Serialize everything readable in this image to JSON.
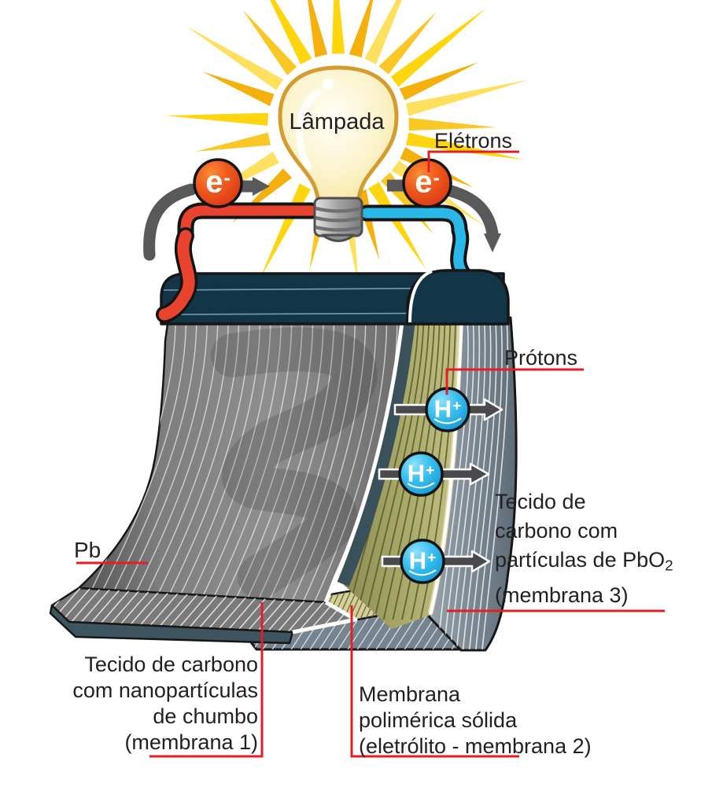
{
  "diagram": {
    "lamp_label": "Lâmpada",
    "electrons_label": "Elétrons",
    "protons_label": "Prótons",
    "pb_label": "Pb",
    "electron_symbol": {
      "base": "e",
      "sup": "-"
    },
    "proton_symbol": {
      "base": "H",
      "sup": "+"
    },
    "membrane1_label": {
      "line1": "Tecido de carbono",
      "line2": "com nanopartículas",
      "line3": "de chumbo",
      "line4": "(membrana 1)"
    },
    "membrane2_label": {
      "line1": "Membrana",
      "line2": "polimérica sólida",
      "line3": "(eletrólito - membrana 2)"
    },
    "membrane3_label": {
      "line1": "Tecido de",
      "line2": "carbono com",
      "line3_main": "partículas de PbO",
      "line3_sub": "2",
      "line4": "(membrana 3)"
    },
    "colors": {
      "pointer_line": "#e31e25",
      "wire_negative": "#e8432e",
      "wire_positive": "#29b8e8",
      "electron_circle": "#ec4f1d",
      "proton_circle": "#2ab4e4",
      "electrode_bar": "#123647",
      "membrane1_fabric": "#7d7d7d",
      "membrane2_fabric": "#a4a463",
      "membrane3_fabric": "#7c8a96",
      "light_ray": "#ffd300"
    }
  }
}
